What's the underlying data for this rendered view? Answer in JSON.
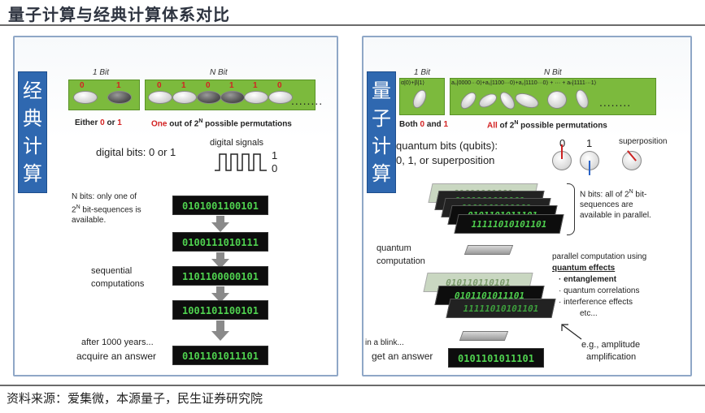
{
  "page_title": "量子计算与经典计算体系对比",
  "source_note": "资料来源：爱集微，本源量子，民生证券研究院",
  "classical": {
    "label": [
      "经",
      "典",
      "计",
      "算"
    ],
    "one_bit_label": "1 Bit",
    "n_bit_label": "N Bit",
    "one_bit_digits": [
      "0",
      "1"
    ],
    "n_bit_digits": [
      "0",
      "1",
      "0",
      "1",
      "1",
      "0"
    ],
    "one_bit_caption_pre": "Either ",
    "one_bit_caption_a": "0",
    "one_bit_caption_mid": " or ",
    "one_bit_caption_b": "1",
    "n_bit_caption_a": "One",
    "n_bit_caption_rest": " out of 2",
    "n_bit_caption_sup": "N",
    "n_bit_caption_tail": " possible permutations",
    "digital_bits": "digital bits:  0 or 1",
    "digital_signals": "digital signals",
    "signal_high": "1",
    "signal_low": "0",
    "nbits_note_1": "N bits: only one of",
    "nbits_note_2a": "2",
    "nbits_note_2sup": "N",
    "nbits_note_2b": " bit-sequences is",
    "nbits_note_3": "available.",
    "sequential_1": "sequential",
    "sequential_2": "computations",
    "after_years": "after 1000 years...",
    "acquire_answer": "acquire an answer",
    "sequences": [
      "0101001100101",
      "0100111010111",
      "1101100000101",
      "1001101100101",
      "0101101011101"
    ],
    "dots": "........"
  },
  "quantum": {
    "label": [
      "量",
      "子",
      "计",
      "算"
    ],
    "one_bit_label": "1 Bit",
    "n_bit_label": "N Bit",
    "one_bit_formula": "α|0⟩+β|1⟩",
    "n_bit_formula": "a₀|0000···0⟩+a₁|1100···0⟩+a₂|1110···0⟩ + ··· + aₙ|1111···1⟩",
    "one_bit_caption_pre": "Both ",
    "one_bit_caption_a": "0",
    "one_bit_caption_mid": " and ",
    "one_bit_caption_b": "1",
    "n_bit_caption_a": "All",
    "n_bit_caption_rest": " of 2",
    "n_bit_caption_sup": "N",
    "n_bit_caption_tail": " possible permutations",
    "qubits_line_1": "quantum bits (qubits):",
    "qubits_line_2": "0, 1, or superposition",
    "sphere_0": "0",
    "sphere_1": "1",
    "superposition": "superposition",
    "nbits_note_1a": "N bits: all of 2",
    "nbits_note_1sup": "N",
    "nbits_note_1b": " bit-",
    "nbits_note_2": "sequences are",
    "nbits_note_3": "available in parallel.",
    "quantum_1": "quantum",
    "quantum_2": "computation",
    "parallel_1": "parallel computation using",
    "quantum_effects": "quantum effects",
    "effect_1": "· entanglement",
    "effect_2": "· quantum correlations",
    "effect_3": "· interference effects",
    "effect_4": "etc...",
    "blink": "in a blink...",
    "get_answer": "get an answer",
    "answer": "0101101011101",
    "amp_1": "e.g., amplitude",
    "amp_2": "amplification",
    "stack_top": [
      "01011101001",
      "0101101011101",
      "0101101011101",
      "0101101011101",
      "11111010101101"
    ],
    "stack_mid": [
      "010110110101",
      "0101101011101",
      "11111010101101"
    ],
    "dots": "........"
  }
}
